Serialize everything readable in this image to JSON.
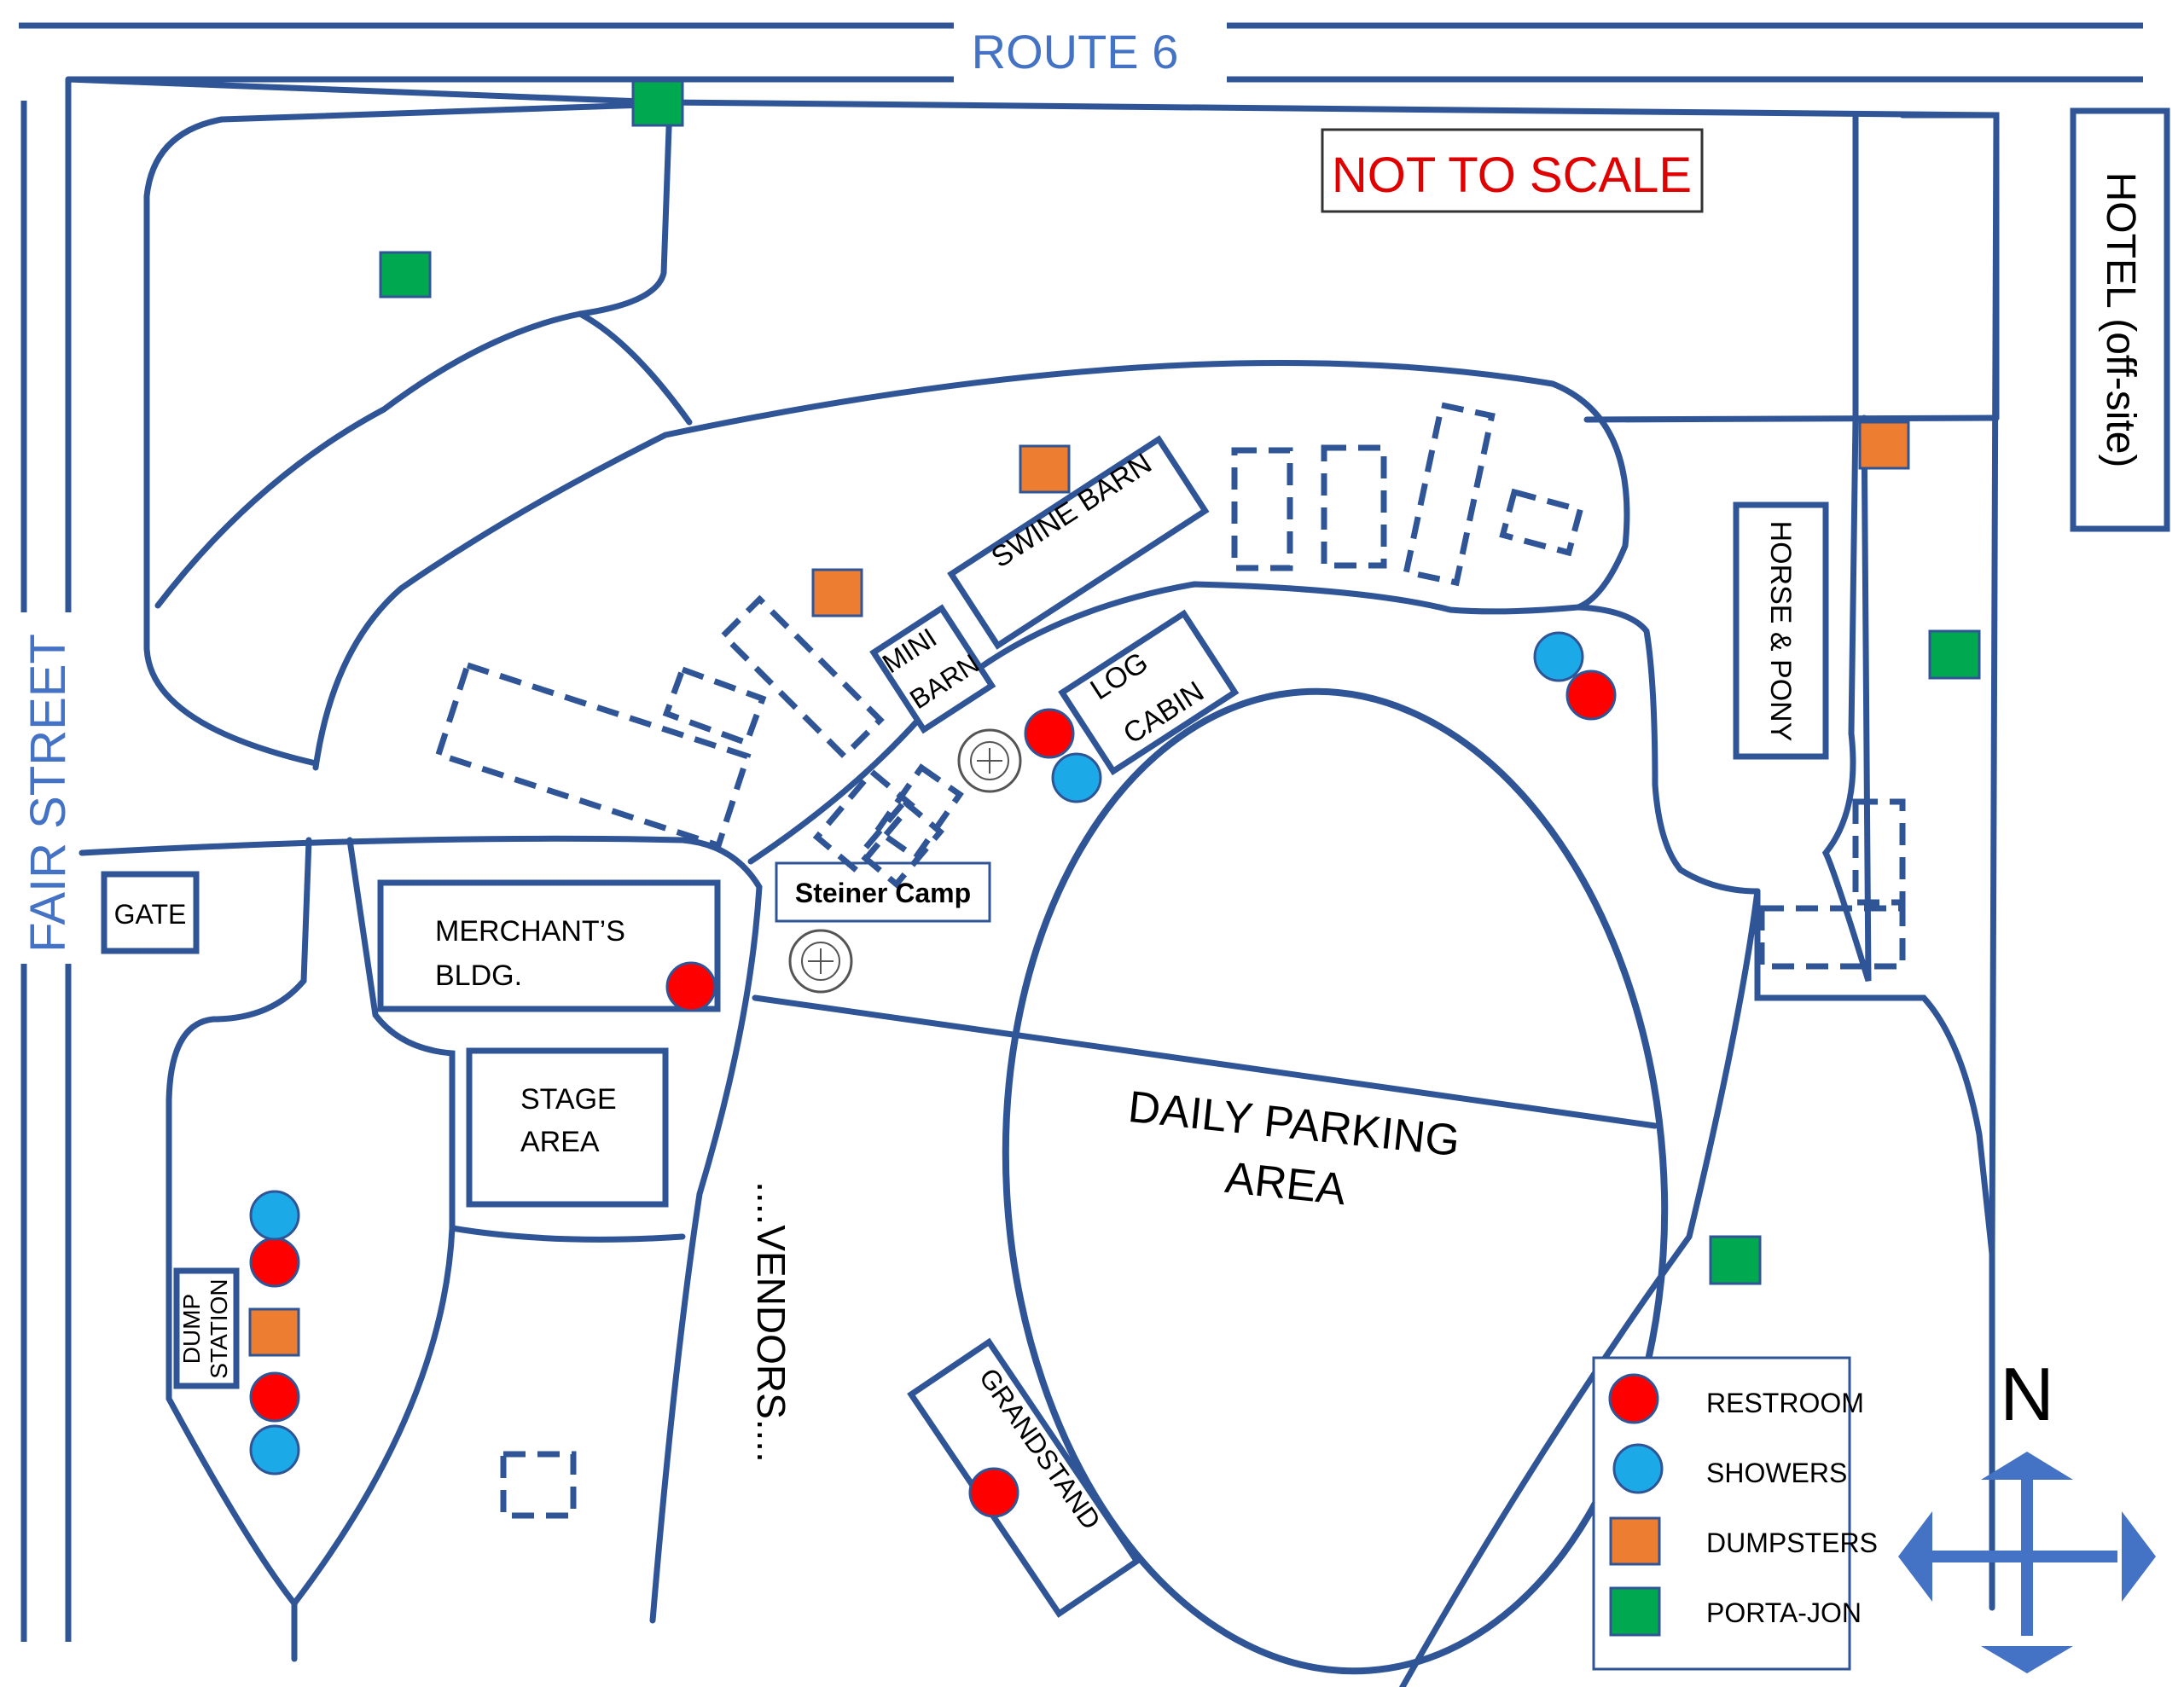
{
  "map": {
    "labels": {
      "route": "ROUTE 6",
      "street": "FAIR STREET",
      "scale_note": "NOT TO SCALE",
      "hotel": "HOTEL  (off-site)",
      "horse_pony": "HORSE & PONY",
      "swine_barn": "SWINE BARN",
      "mini_barn_1": "MINI",
      "mini_barn_2": "BARN",
      "log_cabin_1": "LOG",
      "log_cabin_2": "CABIN",
      "gate": "GATE",
      "merchants_1": "MERCHANT’S",
      "merchants_2": "BLDG.",
      "steiner": "Steiner Camp",
      "stage_1": "STAGE",
      "stage_2": "AREA",
      "dump_1": "DUMP",
      "dump_2": "STATION",
      "vendors": "....VENDORS....",
      "parking_1": "DAILY PARKING",
      "parking_2": "AREA",
      "grandstand": "GRANDSTAND",
      "north": "N"
    },
    "legend": [
      {
        "label": "RESTROOM",
        "color": "#ff0000",
        "shape": "circle"
      },
      {
        "label": "SHOWERS",
        "color": "#1ca9e8",
        "shape": "circle"
      },
      {
        "label": "DUMPSTERS",
        "color": "#ed7d31",
        "shape": "square"
      },
      {
        "label": "PORTA-JON",
        "color": "#00a94f",
        "shape": "square"
      }
    ],
    "colors": {
      "line": "#2f5597",
      "route_text": "#4472c4",
      "scale_text": "#e00000",
      "compass": "#4472c4"
    },
    "icons": [
      "bluegrass-association-logo-icon",
      "compass-arrows-icon"
    ]
  }
}
